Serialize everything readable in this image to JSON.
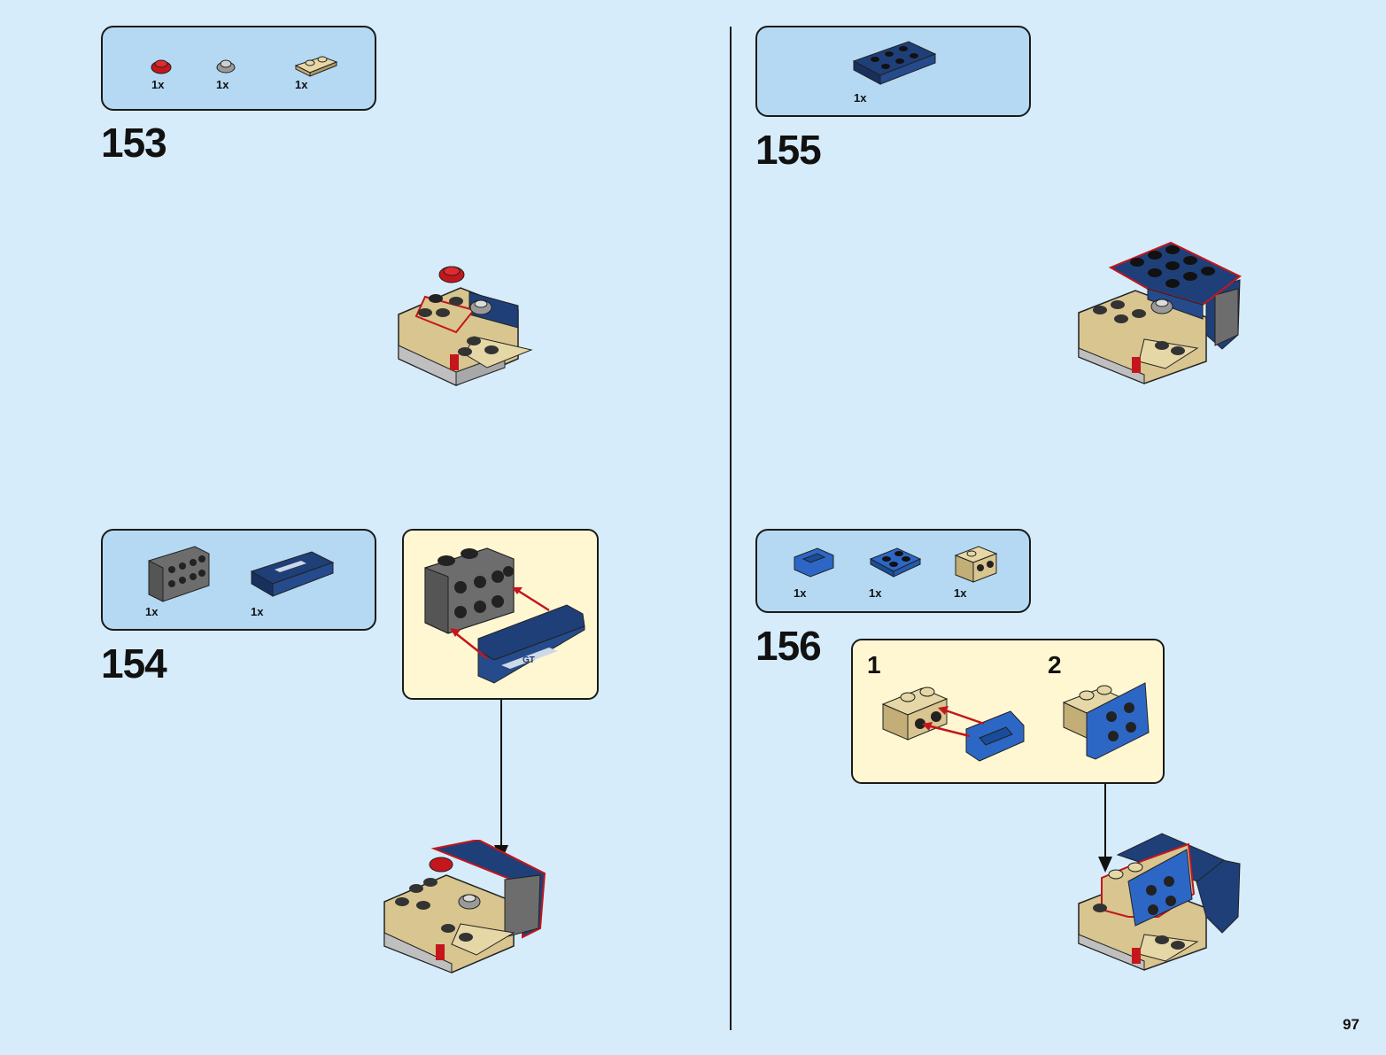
{
  "page_number": "97",
  "steps": [
    {
      "number": "153",
      "parts": [
        {
          "name": "red-round-plate",
          "qty": "1x"
        },
        {
          "name": "gray-round-plate",
          "qty": "1x"
        },
        {
          "name": "tan-plate-1x2",
          "qty": "1x"
        }
      ]
    },
    {
      "number": "154",
      "parts": [
        {
          "name": "dark-gray-bracket",
          "qty": "1x"
        },
        {
          "name": "blue-printed-tile-gt",
          "qty": "1x"
        }
      ],
      "callout_print": "GT"
    },
    {
      "number": "155",
      "parts": [
        {
          "name": "dark-blue-plate-2x4",
          "qty": "1x"
        }
      ]
    },
    {
      "number": "156",
      "parts": [
        {
          "name": "blue-clip",
          "qty": "1x"
        },
        {
          "name": "blue-plate-2x2-bracket",
          "qty": "1x"
        },
        {
          "name": "tan-brick-2-studs",
          "qty": "1x"
        }
      ],
      "substeps": [
        "1",
        "2"
      ]
    }
  ],
  "colors": {
    "background": "#d6ecfa",
    "parts_box": "#b5d9f3",
    "callout": "#fff7d2",
    "tan": "#d8c58f",
    "dark_blue": "#1f3f78",
    "blue": "#2d67c6",
    "red": "#c4161c",
    "arrow_red": "#c4161c"
  }
}
